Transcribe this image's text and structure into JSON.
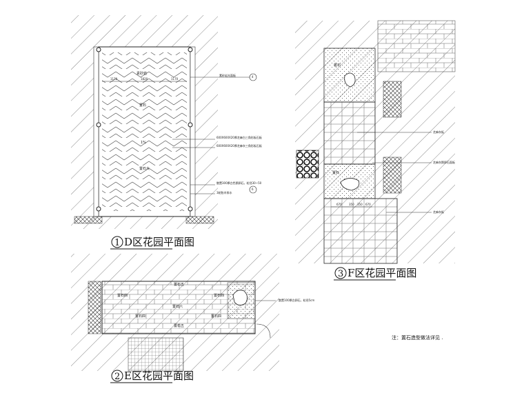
{
  "plans": [
    {
      "id": "D",
      "number": "1",
      "title": "D区花园平面图",
      "labels": [
        "素砂岩",
        "置石",
        "置石大",
        "1%"
      ],
      "dims": [
        "1170",
        "1820",
        "1170"
      ],
      "callouts": [
        "素砂岩光面板",
        "600X600X20厚芝麻白三角形板石板",
        "600X600X20厚芝麻灰三角形板石板",
        "散置300厚白色鹅卵石，粒径30~50",
        "3轮胎木排水"
      ],
      "callout_refs": [
        "4",
        "6"
      ]
    },
    {
      "id": "E",
      "number": "2",
      "title": "E区花园平面图",
      "labels": [
        "置石四",
        "置石五",
        "置石四",
        "置石六",
        "置石四",
        "置石四",
        "置石五"
      ],
      "callouts": [
        "散置100厚白卵石，粒径5cm"
      ]
    },
    {
      "id": "F",
      "number": "3",
      "title": "F区花园平面图",
      "labels": [
        "置石",
        "置石"
      ],
      "dims": [
        "670",
        "350",
        "350",
        "670"
      ],
      "callouts": [
        "芝麻灰板",
        "芝麻灰鹅卵石面板",
        "芝麻灰板"
      ]
    }
  ],
  "note": "注：置石造型做法详见 ."
}
